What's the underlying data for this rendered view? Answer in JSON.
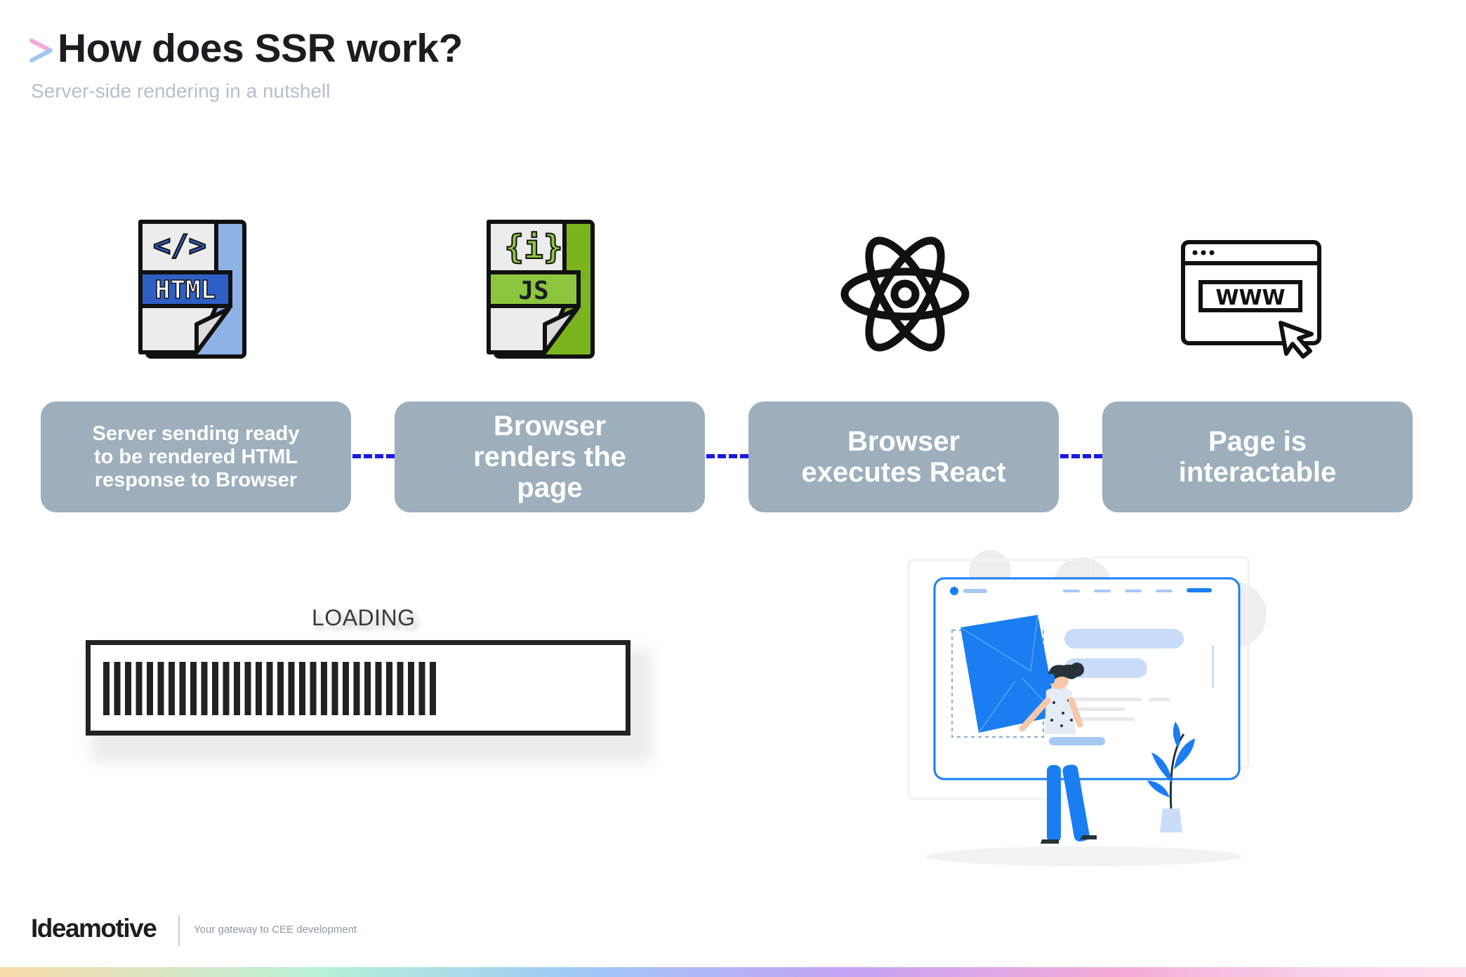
{
  "header": {
    "title": "How does SSR work?",
    "subtitle": "Server-side rendering in a nutshell"
  },
  "steps": [
    {
      "icon": "html-file-icon",
      "icon_text": "HTML",
      "icon_code": "</>",
      "label": "Server sending ready to be rendered HTML response to Browser"
    },
    {
      "icon": "js-file-icon",
      "icon_text": "JS",
      "icon_code": "{i}",
      "label": "Browser renders the page"
    },
    {
      "icon": "atom-react-icon",
      "label": "Browser executes React"
    },
    {
      "icon": "browser-www-icon",
      "icon_text": "WWW",
      "label": "Page is interactable"
    }
  ],
  "loading": {
    "label": "LOADING",
    "progress": 0.66
  },
  "footer": {
    "brand": "Ideamotive",
    "tagline": "Your gateway to CEE development"
  },
  "colors": {
    "step_box": "#9dafbc",
    "connector": "#1a1ae0",
    "html_icon": "#2f5fc4",
    "js_icon": "#7ab51d",
    "illustration_accent": "#1a7ef2"
  }
}
